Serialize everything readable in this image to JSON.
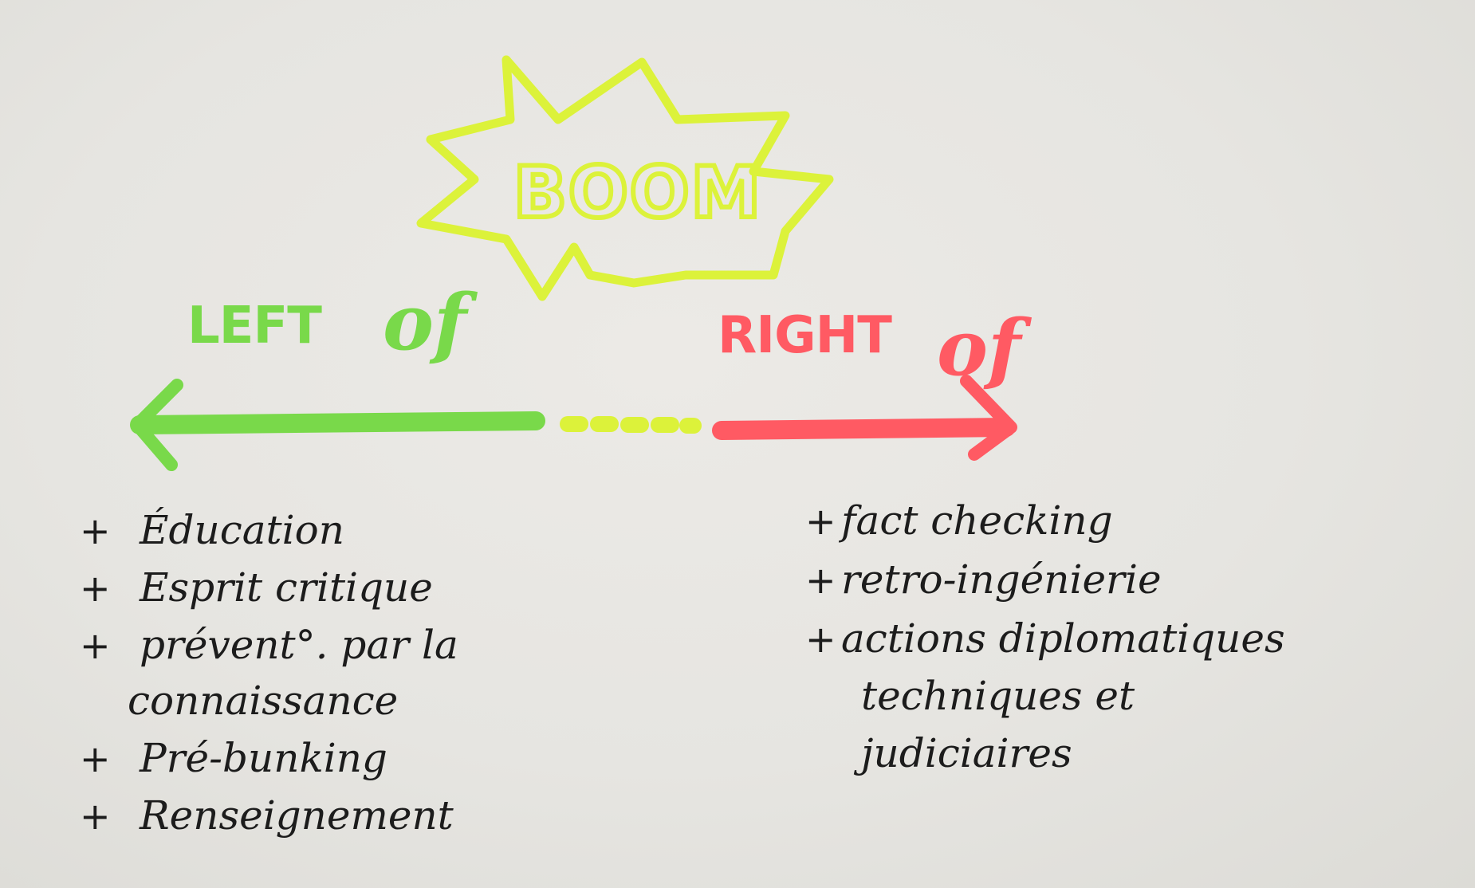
{
  "colors": {
    "boom": "#dcf23a",
    "left": "#79d94a",
    "right": "#ff5a63",
    "ink": "#1c1c1c",
    "paper": "#e7e6e2"
  },
  "boom": {
    "text": "BOOM"
  },
  "left": {
    "title": "LEFT",
    "of": "of",
    "items": [
      {
        "bullet": "+",
        "lines": [
          "Éducation"
        ]
      },
      {
        "bullet": "+",
        "lines": [
          "Esprit critique"
        ]
      },
      {
        "bullet": "+",
        "lines": [
          "prévent°. par la",
          "connaissance"
        ]
      },
      {
        "bullet": "+",
        "lines": [
          "Pré-bunking"
        ]
      },
      {
        "bullet": "+",
        "lines": [
          "Renseignement"
        ]
      }
    ]
  },
  "right": {
    "title": "RIGHT",
    "of": "of",
    "items": [
      {
        "bullet": "+",
        "lines": [
          "fact checking"
        ]
      },
      {
        "bullet": "+",
        "lines": [
          "retro-ingénierie"
        ]
      },
      {
        "bullet": "+",
        "lines": [
          "actions diplomatiques",
          "techniques et",
          "judiciaires"
        ]
      }
    ]
  }
}
